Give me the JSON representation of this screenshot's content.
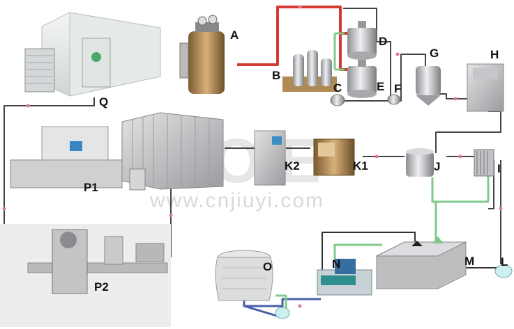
{
  "labels": {
    "A": "A",
    "B": "B",
    "C": "C",
    "D": "D",
    "E": "E",
    "F": "F",
    "G": "G",
    "H": "H",
    "I": "I",
    "J": "J",
    "K1": "K1",
    "K2": "K2",
    "L": "L",
    "M": "M",
    "N": "N",
    "O": "O",
    "P1": "P1",
    "P2": "P2",
    "Q": "Q"
  },
  "watermark": {
    "url": "www.cnjiuyi.com",
    "logo_text": "JOIE"
  },
  "colors": {
    "steam_pipe": "#d23a32",
    "product_pipe": "#3a3a3a",
    "cooling_pipe": "#7fc98a",
    "water_pipe": "#4a5fa8",
    "steel": "#c9c9cc",
    "tank_tan": "#b08a55",
    "cold_room": "#e8ecea"
  }
}
